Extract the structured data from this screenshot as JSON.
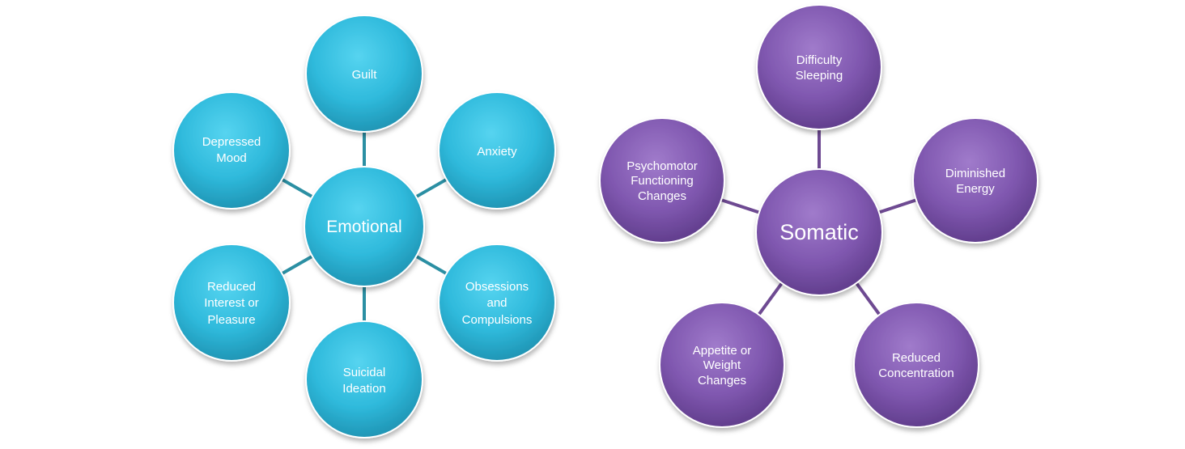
{
  "colors": {
    "emotional_light": "#4fd0ec",
    "emotional_mid": "#29b6d8",
    "emotional_dark": "#1c8fae",
    "emotional_connector": "#2b8fa3",
    "somatic_light": "#9a73c6",
    "somatic_mid": "#7d55ad",
    "somatic_dark": "#5e3b8a",
    "somatic_connector": "#6e4a92"
  },
  "emotional": {
    "hub": "Emotional",
    "nodes": [
      {
        "lines": [
          "Guilt"
        ]
      },
      {
        "lines": [
          "Anxiety"
        ]
      },
      {
        "lines": [
          "Obsessions",
          "and",
          "Compulsions"
        ]
      },
      {
        "lines": [
          "Suicidal",
          "Ideation"
        ]
      },
      {
        "lines": [
          "Reduced",
          "Interest or",
          "Pleasure"
        ]
      },
      {
        "lines": [
          "Depressed",
          "Mood"
        ]
      }
    ]
  },
  "somatic": {
    "hub": "Somatic",
    "nodes": [
      {
        "lines": [
          "Difficulty",
          "Sleeping"
        ]
      },
      {
        "lines": [
          "Diminished",
          "Energy"
        ]
      },
      {
        "lines": [
          "Reduced",
          "Concentration"
        ]
      },
      {
        "lines": [
          "Appetite or",
          "Weight",
          "Changes"
        ]
      },
      {
        "lines": [
          "Psychomotor",
          "Functioning",
          "Changes"
        ]
      }
    ]
  }
}
